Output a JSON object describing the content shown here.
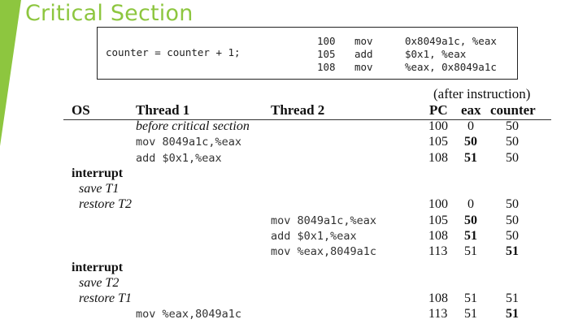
{
  "slide": {
    "title": "Critical Section",
    "accent_color": "#8dc63f"
  },
  "code_box": {
    "c_statement": "counter = counter + 1;",
    "asm": [
      {
        "addr": "100",
        "op": "mov",
        "args": "0x8049a1c, %eax"
      },
      {
        "addr": "105",
        "op": "add",
        "args": "$0x1, %eax"
      },
      {
        "addr": "108",
        "op": "mov",
        "args": "%eax, 0x8049a1c"
      }
    ]
  },
  "table": {
    "caption": "(after instruction)",
    "headers": {
      "os": "OS",
      "thread1": "Thread 1",
      "thread2": "Thread 2",
      "pc": "PC",
      "eax": "eax",
      "counter": "counter"
    },
    "rows": [
      {
        "t1": "before critical section",
        "pc": "100",
        "eax": "0",
        "counter": "50"
      },
      {
        "t1": "mov 8049a1c,%eax",
        "pc": "105",
        "eax": "50",
        "counter": "50"
      },
      {
        "t1": "add $0x1,%eax",
        "pc": "108",
        "eax": "51",
        "counter": "50"
      },
      {
        "os": "interrupt"
      },
      {
        "os": "save T1"
      },
      {
        "os": "restore T2",
        "pc": "100",
        "eax": "0",
        "counter": "50"
      },
      {
        "t2": "mov 8049a1c,%eax",
        "pc": "105",
        "eax": "50",
        "counter": "50"
      },
      {
        "t2": "add $0x1,%eax",
        "pc": "108",
        "eax": "51",
        "counter": "50"
      },
      {
        "t2": "mov %eax,8049a1c",
        "pc": "113",
        "eax": "51",
        "counter": "51"
      },
      {
        "os": "interrupt"
      },
      {
        "os": "save T2"
      },
      {
        "os": "restore T1",
        "pc": "108",
        "eax": "51",
        "counter": "51"
      },
      {
        "t1": "mov %eax,8049a1c",
        "pc": "113",
        "eax": "51",
        "counter": "51"
      }
    ]
  }
}
